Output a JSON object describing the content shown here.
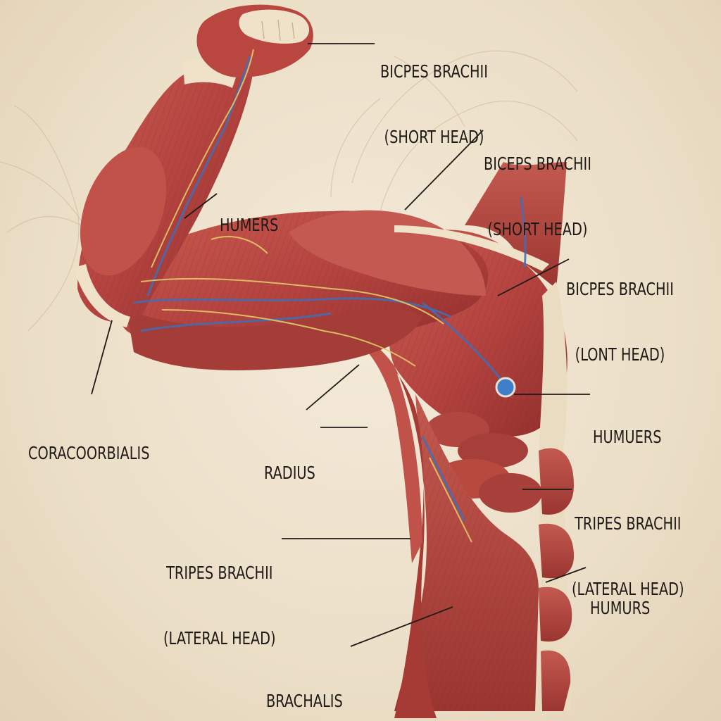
{
  "labels": {
    "biceps_short_head_top": [
      "BICPES BRACHII",
      "(SHORT HEAD)"
    ],
    "biceps_short_head_mid": [
      "BICEPS BRACHII",
      "(SHORT HEAD)"
    ],
    "humers": [
      "HUMERS"
    ],
    "biceps_long_head": [
      "BICPES BRACHII",
      "(LONT HEAD)"
    ],
    "humuers": [
      "HUMUERS"
    ],
    "coracoorbialis": [
      "CORACOORBIALIS"
    ],
    "radius": [
      "RADIUS"
    ],
    "tripes_right": [
      "TRIPES BRACHII",
      "(LATERAL HEAD)"
    ],
    "tripes_left": [
      "TRIPES BRACHII",
      "(LATERAL HEAD)"
    ],
    "humurs": [
      "HUMURS"
    ],
    "brachalis": [
      "BRACHALIS"
    ]
  },
  "colors": {
    "paper": "#efe4d1",
    "muscle": "#b8463f",
    "muscle_dark": "#8e2d2a",
    "tendon": "#efe2c9",
    "vein": "#3f6fb8",
    "nerve": "#e2c86a",
    "leader_line": "#1f1a16"
  }
}
